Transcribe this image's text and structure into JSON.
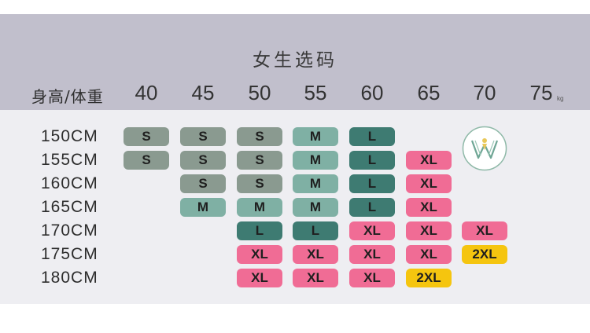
{
  "title": "女生选码",
  "axis_label": "身高/体重",
  "weight_unit": "kg",
  "weights": [
    "40",
    "45",
    "50",
    "55",
    "60",
    "65",
    "70",
    "75"
  ],
  "heights": [
    "150CM",
    "155CM",
    "160CM",
    "165CM",
    "170CM",
    "175CM",
    "180CM"
  ],
  "colors": {
    "S": "#8a9a90",
    "M": "#7fb0a4",
    "L": "#3e7b72",
    "XL": "#f06c95",
    "2XL": "#f5c50f",
    "header_band": "#c1bfcc",
    "table_band": "#eeeef2"
  },
  "logo": {
    "icon": "brand-w-logo-icon",
    "letters": "WV"
  },
  "sizes": [
    [
      "S",
      "S",
      "S",
      "M",
      "L",
      "",
      "",
      ""
    ],
    [
      "S",
      "S",
      "S",
      "M",
      "L",
      "XL",
      "",
      ""
    ],
    [
      "",
      "S",
      "S",
      "M",
      "L",
      "XL",
      "",
      ""
    ],
    [
      "",
      "M",
      "M",
      "M",
      "L",
      "XL",
      "",
      ""
    ],
    [
      "",
      "",
      "L",
      "L",
      "XL",
      "XL",
      "XL",
      ""
    ],
    [
      "",
      "",
      "XL",
      "XL",
      "XL",
      "XL",
      "2XL",
      ""
    ],
    [
      "",
      "",
      "XL",
      "XL",
      "XL",
      "2XL",
      "",
      ""
    ]
  ]
}
